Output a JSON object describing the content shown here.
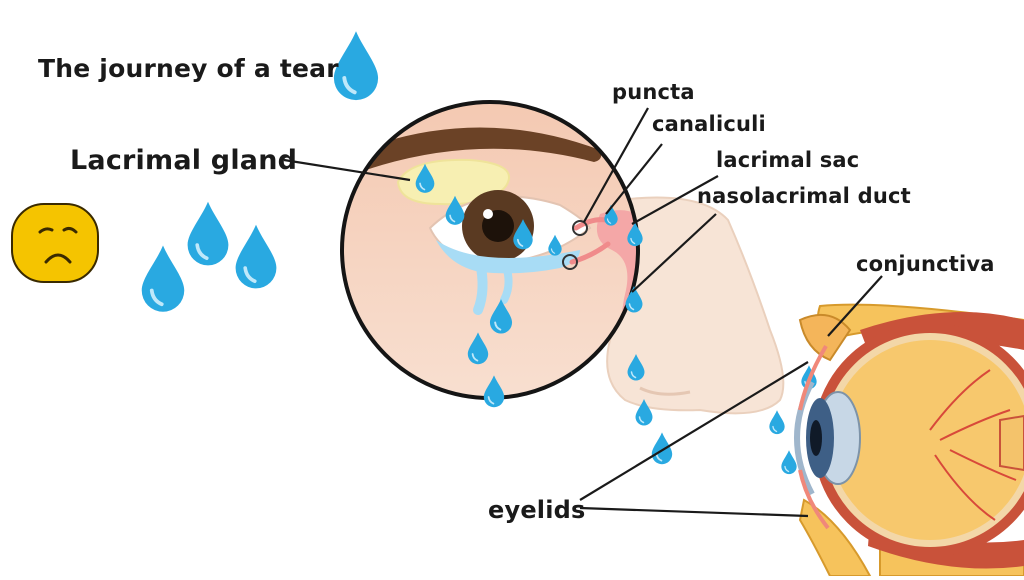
{
  "title": "The journey of a tear",
  "labels": {
    "lacrimal_gland": "Lacrimal gland",
    "puncta": "puncta",
    "canaliculi": "canaliculi",
    "lacrimal_sac": "lacrimal sac",
    "nasolacrimal_duct": "nasolacrimal duct",
    "conjunctiva": "conjunctiva",
    "eyelids": "eyelids"
  },
  "colors": {
    "tear": "#29a9e1",
    "skin": "#f6d9c8",
    "iris": "#5a3a22",
    "brow": "#6b4226",
    "gland": "#f7efb2",
    "sac": "#f4a7a7",
    "emoji": "#f5c400"
  }
}
